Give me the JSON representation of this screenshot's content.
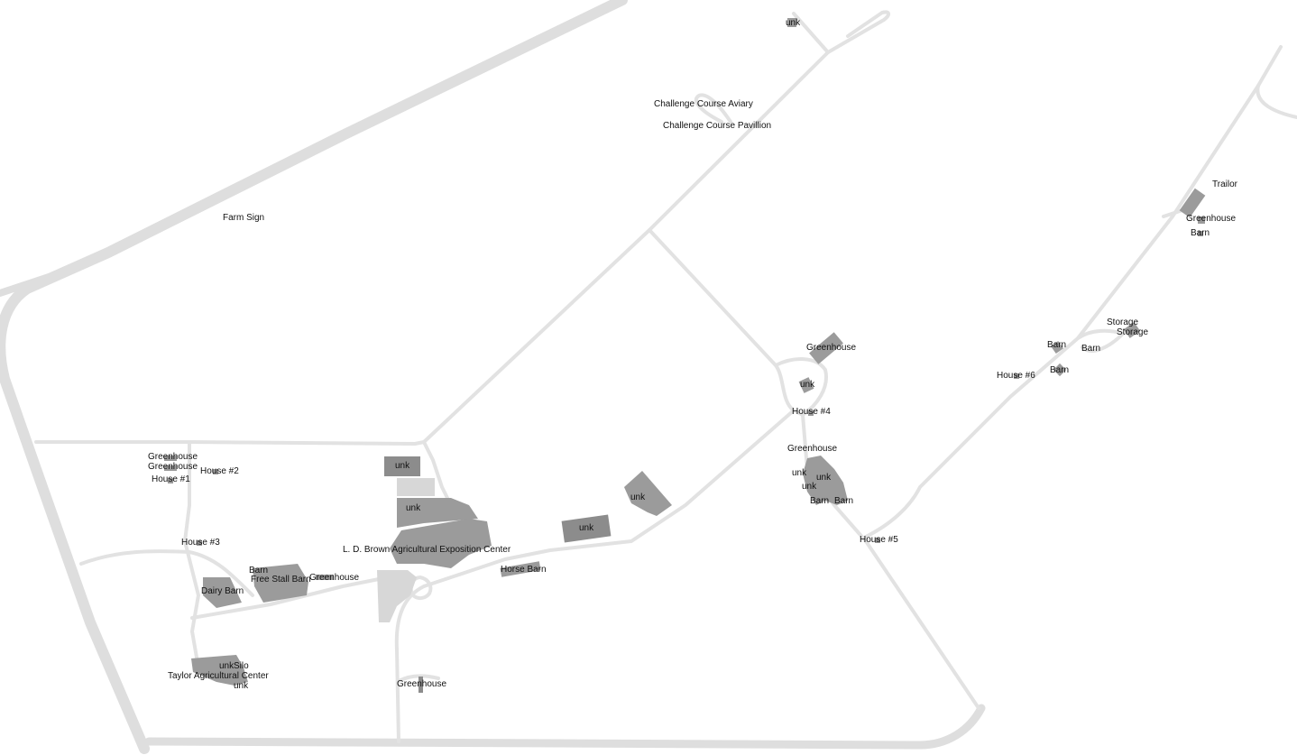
{
  "map": {
    "labels": {
      "unk_top": "unk",
      "challenge_aviary": "Challenge Course Aviary",
      "challenge_pavilion": "Challenge Course Pavillion",
      "farm_sign": "Farm Sign",
      "trailer": "Trailor",
      "greenhouse_ne": "Greenhouse",
      "barn_ne": "Barn",
      "storage_1": "Storage",
      "storage_2": "Storage",
      "barn_e1": "Barn",
      "barn_e2": "Barn",
      "barn_e3": "Barn",
      "house_6": "House #6",
      "greenhouse_mid": "Greenhouse",
      "unk_mid": "unk",
      "house_4": "House #4",
      "greenhouse_cluster": "Greenhouse",
      "unk_c1": "unk",
      "unk_c2": "unk",
      "unk_c3": "unk",
      "barn_c1": "Barn",
      "barn_c2": "Barn",
      "house_5": "House #5",
      "greenhouse_w1": "Greenhouse",
      "greenhouse_w2": "Greenhouse",
      "house_2": "House #2",
      "house_1": "House #1",
      "house_3": "House #3",
      "unk_expo1": "unk",
      "unk_expo2": "unk",
      "expo_center": "L. D. Brown Agricultural Exposition Center",
      "unk_road1": "unk",
      "unk_road2": "unk",
      "horse_barn": "Horse Barn",
      "barn_w": "Barn",
      "free_stall_barn": "Free Stall Barn",
      "greenhouse_w3": "Greenhouse",
      "dairy_barn": "Dairy Barn",
      "unk_taylor": "unk",
      "silo": "Silo",
      "taylor_center": "Taylor Agricultural Center",
      "unk_taylor2": "unk",
      "greenhouse_s": "Greenhouse"
    }
  }
}
